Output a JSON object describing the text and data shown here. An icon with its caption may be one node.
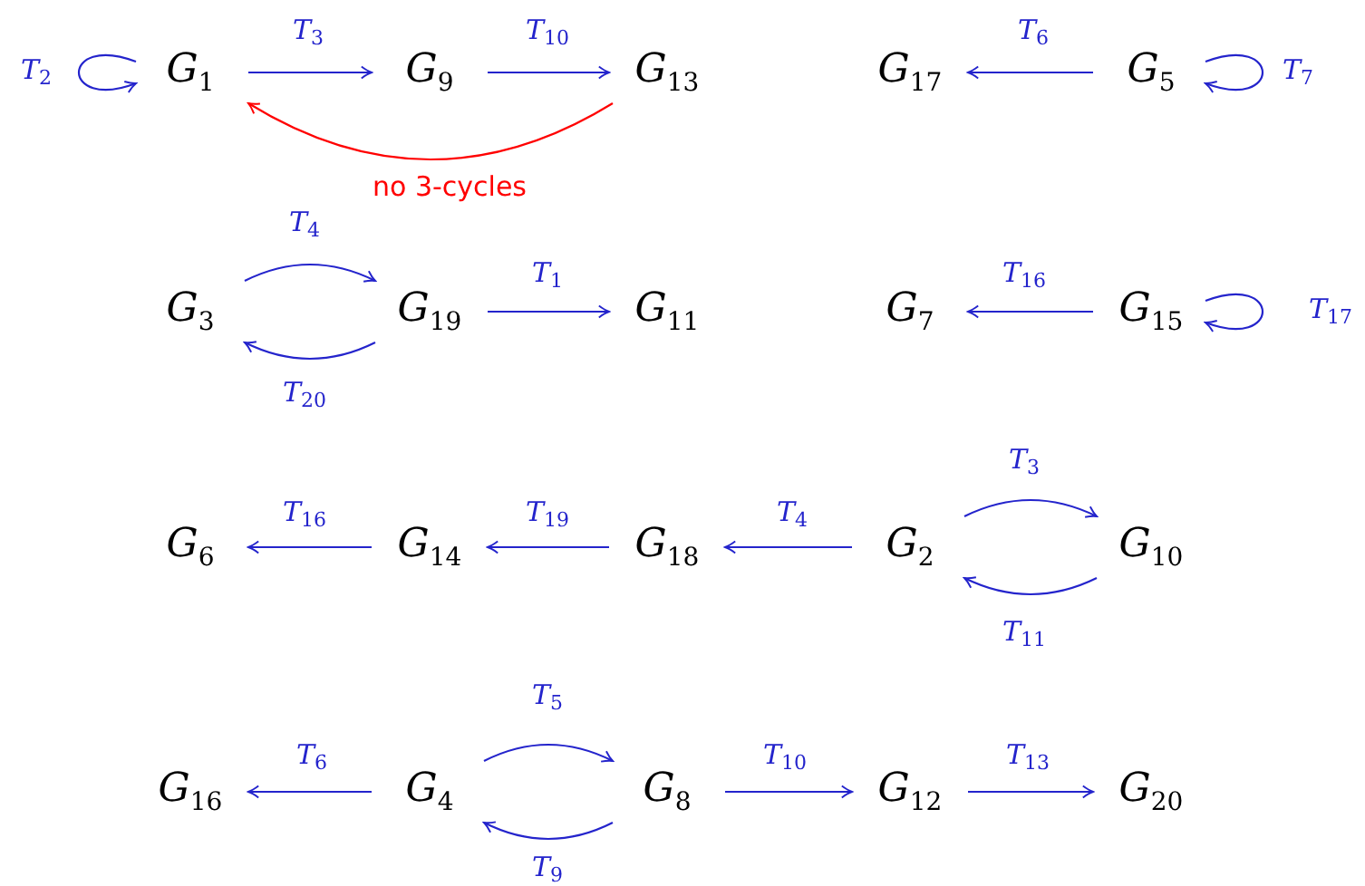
{
  "diagram": {
    "nodes": [
      {
        "text": [
          "*G*$_{1}$"
        ]
      },
      {
        "text": [
          "*G*$_{9}$"
        ]
      },
      {
        "text": [
          "*G*$_{13}$"
        ]
      },
      {
        "text": [
          "*G*$_{17}$"
        ]
      },
      {
        "text": [
          "*G*$_{5}$"
        ]
      },
      {
        "text": [
          "*G*$_{3}$"
        ]
      },
      {
        "text": [
          "*G*$_{19}$"
        ]
      },
      {
        "text": [
          "*G*$_{11}$"
        ]
      },
      {
        "text": [
          "*G*$_{7}$"
        ]
      },
      {
        "text": [
          "*G*$_{15}$"
        ]
      },
      {
        "text": [
          "*G*$_{6}$"
        ]
      },
      {
        "text": [
          "*G*$_{14}$"
        ]
      },
      {
        "text": [
          "*G*$_{18}$"
        ]
      },
      {
        "text": [
          "*G*$_{2}$"
        ]
      },
      {
        "text": [
          "*G*$_{10}$"
        ]
      },
      {
        "text": [
          "*G*$_{16}$"
        ]
      },
      {
        "text": [
          "*G*$_{4}$"
        ]
      },
      {
        "text": [
          "*G*$_{8}$"
        ]
      },
      {
        "text": [
          "*G*$_{12}$"
        ]
      },
      {
        "text": [
          "*G*$_{20}$"
        ]
      }
    ],
    "edges": [
      {
        "from": 0,
        "to": 1,
        "arrow": "to",
        "label": "*T*$_{3}$"
      },
      {
        "from": 1,
        "to": 2,
        "arrow": "to",
        "label": "*T*$_{10}$"
      },
      {
        "from": 2,
        "to": 0,
        "arrow": "to",
        "label": "no 3-cycles",
        "color": "#ff0000"
      },
      {
        "from": 4,
        "to": 3,
        "arrow": "to",
        "label": "*T*$_{6}$"
      },
      {
        "from": 0,
        "to": 0,
        "arrow": "to",
        "label": "*T*$_{2}$"
      },
      {
        "from": 4,
        "to": 4,
        "arrow": "to",
        "label": "*T*$_{7}$"
      },
      {
        "from": 5,
        "to": 6,
        "arrow": "to",
        "label": "*T*$_{4}$"
      },
      {
        "from": 6,
        "to": 5,
        "arrow": "to",
        "label": "*T*$_{20}$"
      },
      {
        "from": 6,
        "to": 7,
        "arrow": "to",
        "label": "*T*$_{1}$"
      },
      {
        "from": 9,
        "to": 8,
        "arrow": "to",
        "label": "*T*$_{16}$"
      },
      {
        "from": 9,
        "to": 9,
        "arrow": "to",
        "label": "*T*$_{17}$"
      },
      {
        "from": 11,
        "to": 10,
        "arrow": "to",
        "label": "*T*$_{16}$"
      },
      {
        "from": 12,
        "to": 11,
        "arrow": "to",
        "label": "*T*$_{19}$"
      },
      {
        "from": 13,
        "to": 12,
        "arrow": "to",
        "label": "*T*$_{4}$"
      },
      {
        "from": 13,
        "to": 14,
        "arrow": "to",
        "label": "*T*$_{3}$"
      },
      {
        "from": 14,
        "to": 13,
        "arrow": "to",
        "label": "*T*$_{11}$"
      },
      {
        "from": 16,
        "to": 15,
        "arrow": "to",
        "label": "*T*$_{6}$"
      },
      {
        "from": 16,
        "to": 17,
        "arrow": "to",
        "label": "*T*$_{5}$"
      },
      {
        "from": 17,
        "to": 16,
        "arrow": "to",
        "label": "*T*$_{9}$"
      },
      {
        "from": 17,
        "to": 18,
        "arrow": "to",
        "label": "*T*$_{10}$"
      },
      {
        "from": 18,
        "to": 19,
        "arrow": "to",
        "label": "*T*$_{13}$"
      }
    ]
  }
}
